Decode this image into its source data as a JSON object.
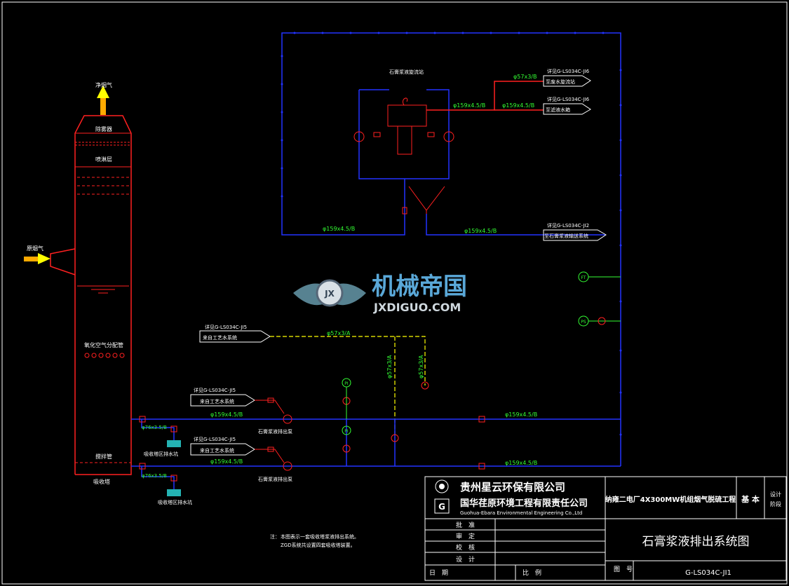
{
  "tower": {
    "clean_gas": "净烟气",
    "raw_gas": "原烟气",
    "demister": "除雾器",
    "spray_layer": "喷淋层",
    "oxidation_air": "氧化空气分配管",
    "agitator": "搅拌管",
    "absorber": "吸收塔"
  },
  "cyclone": {
    "title": "石膏浆液旋流站",
    "line_a": "φ57x3/B",
    "line_b": "φ159x4.5/B",
    "line_c": "φ159x4.5/B",
    "ref_j6a": "详见G-LS034C-JI6",
    "dest_j6a": "至废水旋流站",
    "ref_j6b": "详见G-LS034C-JI6",
    "dest_j6b": "至滤液水箱",
    "line_left": "φ159x4.5/B",
    "line_right": "φ159x4.5/B",
    "ref_j12": "详见G-LS034C-JI2",
    "dest_j12": "至石膏浆液输送系统"
  },
  "process_water": {
    "ref": "详见G-LS034C-JI5",
    "source": "来自工艺水系统",
    "header": "φ57x3/A",
    "branch_a": "φ57x3/A",
    "branch_b": "φ57x3/A"
  },
  "pump1": {
    "ref": "详见G-LS034C-JI5",
    "source": "来自工艺水系统",
    "line": "φ159x4.5/B",
    "line_right": "φ159x4.5/B",
    "drain_line": "φ76x3.5/B",
    "drain_label": "吸收塔区排水坑",
    "pump_label": "石膏浆液排出泵"
  },
  "pump2": {
    "ref": "详见G-LS034C-JI5",
    "source": "来自工艺水系统",
    "line": "φ159x4.5/B",
    "line_right": "φ159x4.5/B",
    "drain_line": "φ76x3.5/B",
    "drain_label": "吸收塔区排水坑",
    "pump_label": "石膏浆液排出泵"
  },
  "instruments": {
    "ft": "FT",
    "ps": "PS",
    "pi": "PI",
    "m": "M"
  },
  "watermark": {
    "cn": "机械帝国",
    "en": "JXDIGUO.COM",
    "logo": "JX"
  },
  "note": {
    "prefix": "注：",
    "line1": "本图表示一套吸收塔浆液排出系统。",
    "line2": "ZGD系统共设置四套吸收塔装置。"
  },
  "title_block": {
    "company1": "贵州星云环保有限公司",
    "company2": "国华荏原环境工程有限责任公司",
    "company2_en": "Guohua-Ebara Environmental Engineering Co.,Ltd",
    "project": "纳雍二电厂4X300MW机组烟气脱硫工程",
    "stage_label": "基 本",
    "stage_sub1": "设计",
    "stage_sub2": "阶段",
    "drawing_title": "石膏浆液排出系统图",
    "approve": "批　准",
    "review": "审　定",
    "check": "校　核",
    "design": "设　计",
    "date": "日　期",
    "scale": "比　例",
    "drawing_no_label": "图　号",
    "drawing_no": "G-LS034C-JI1"
  },
  "colors": {
    "blue": "#2233ff",
    "red": "#ff2020",
    "green": "#33ff33",
    "yellow": "#ffff00",
    "white": "#ffffff",
    "cyan": "#00ffff",
    "frame": "#ffffff"
  }
}
